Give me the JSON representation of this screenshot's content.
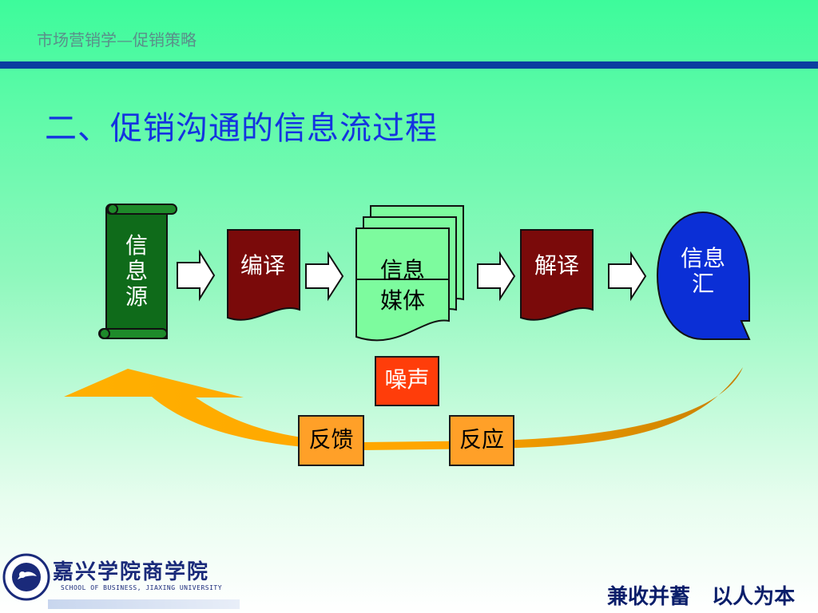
{
  "header": {
    "title": "市场营销学—促销策略"
  },
  "slide": {
    "title": "二、促销沟通的信息流过程"
  },
  "diagram": {
    "source": "信\n息\n源",
    "encode": "编译",
    "media": "信息\n媒体",
    "decode": "解译",
    "sink": "信息\n汇",
    "noise": "噪声",
    "feedback": "反馈",
    "response": "反应"
  },
  "footer": {
    "logo_cn": "嘉兴学院商学院",
    "logo_en": "SCHOOL OF BUSINESS, JIAXING UNIVERSITY",
    "motto": "兼收并蓄   以人为本"
  },
  "colors": {
    "title_blue": "#1433e0",
    "header_rule": "#0a3ea0",
    "source_green": "#0f6b1a",
    "encode_maroon": "#7a0a0a",
    "media_green": "#7dfb9e",
    "sink_blue": "#0b2fd6",
    "noise_red": "#ff3d0a",
    "feedback_orange": "#ffa028"
  }
}
